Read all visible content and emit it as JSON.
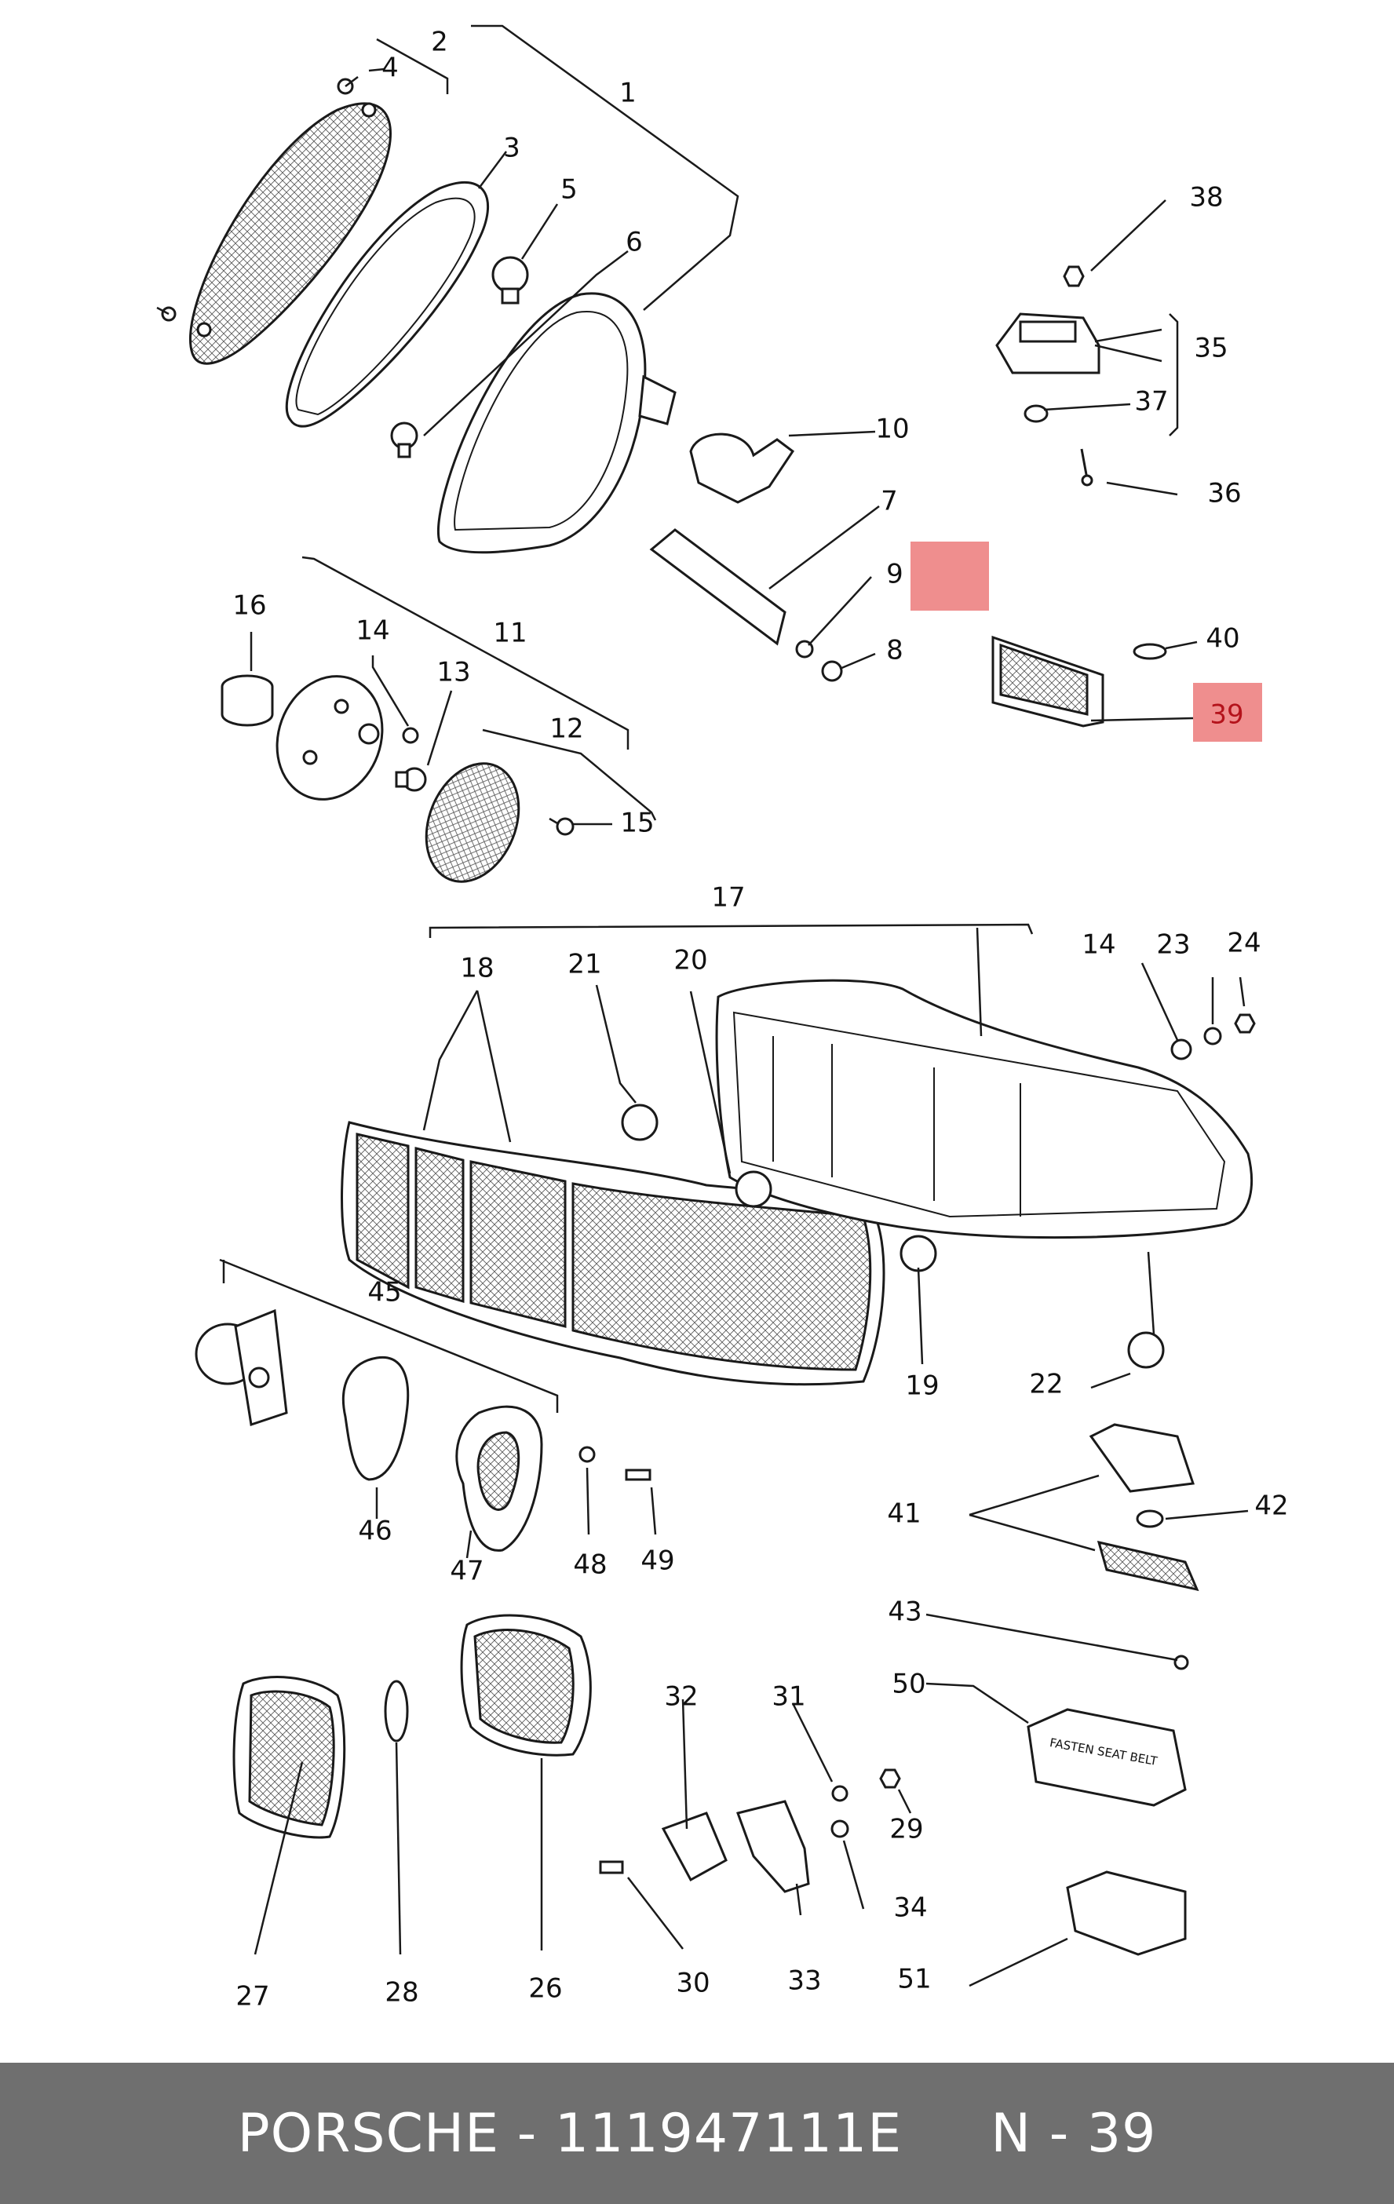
{
  "diagram": {
    "highlight_color": "#ef8e8e",
    "callouts": {
      "c1": "1",
      "c2": "2",
      "c3": "3",
      "c4": "4",
      "c5": "5",
      "c6": "6",
      "c7": "7",
      "c8": "8",
      "c9": "9",
      "c10": "10",
      "c11": "11",
      "c12": "12",
      "c13": "13",
      "c14a": "14",
      "c14b": "14",
      "c15": "15",
      "c16": "16",
      "c17": "17",
      "c18": "18",
      "c19": "19",
      "c20": "20",
      "c21": "21",
      "c22": "22",
      "c23": "23",
      "c24": "24",
      "c26": "26",
      "c27": "27",
      "c28": "28",
      "c29": "29",
      "c30": "30",
      "c31": "31",
      "c32": "32",
      "c33": "33",
      "c34": "34",
      "c35": "35",
      "c36": "36",
      "c37": "37",
      "c38": "38",
      "c39": "39",
      "c40": "40",
      "c41": "41",
      "c42": "42",
      "c43": "43",
      "c45": "45",
      "c46": "46",
      "c47": "47",
      "c48": "48",
      "c49": "49",
      "c50": "50",
      "c51": "51"
    },
    "part_labels": {
      "seat_belt_text": "FASTEN SEAT BELT"
    }
  },
  "footer": {
    "background": "#6f6f6f",
    "brand": "PORSCHE",
    "part_number": "111947111E",
    "position_label": "N - 39",
    "text": "PORSCHE - 111947111E     N - 39"
  }
}
